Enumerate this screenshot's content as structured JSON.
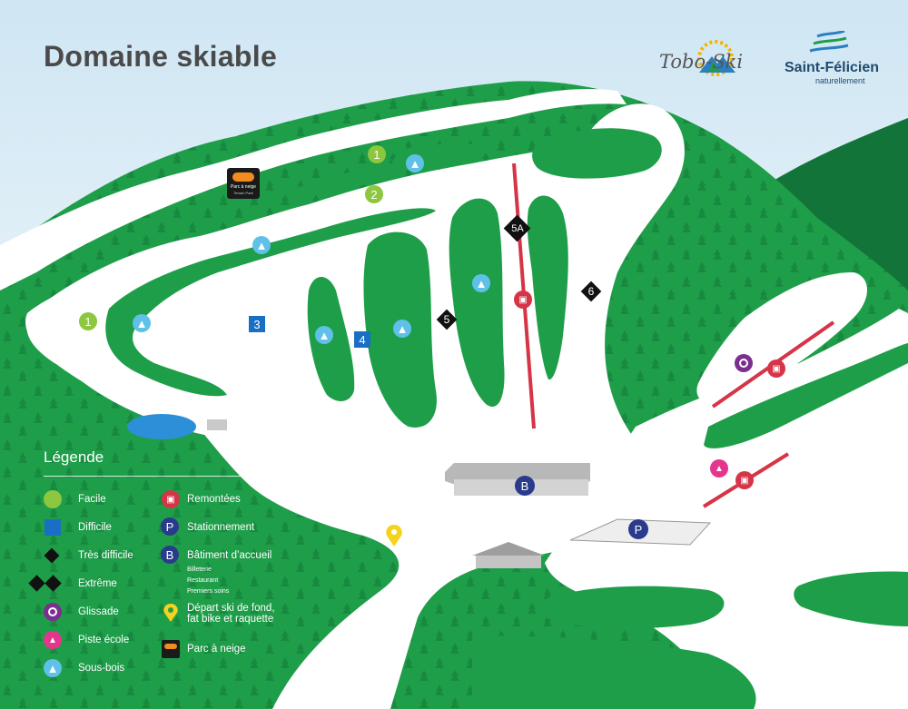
{
  "map": {
    "title": "Domaine skiable",
    "logos": {
      "tobo": "Tobo-Ski",
      "saint_felicien": "Saint-Félicien",
      "saint_felicien_sub": "naturellement"
    },
    "colors": {
      "forest": "#1f9e4a",
      "forest_dark": "#13743a",
      "snow": "#ffffff",
      "sky": "#d9ecf6",
      "easy": "#8dc63f",
      "difficult": "#1a6fc4",
      "expert": "#111111",
      "lift": "#d63447",
      "glade": "#5fc1e8",
      "school": "#e5358c",
      "slide": "#7b2f8e",
      "parking": "#2a3a8c",
      "nordic": "#f5d21e",
      "pond": "#2e8fd9"
    },
    "runs": [
      {
        "label": "1",
        "difficulty": "easy"
      },
      {
        "label": "2",
        "difficulty": "easy"
      },
      {
        "label": "1",
        "difficulty": "easy"
      },
      {
        "label": "3",
        "difficulty": "difficult"
      },
      {
        "label": "4",
        "difficulty": "difficult"
      },
      {
        "label": "5",
        "difficulty": "very-difficult"
      },
      {
        "label": "5A",
        "difficulty": "very-difficult"
      },
      {
        "label": "6",
        "difficulty": "very-difficult"
      }
    ],
    "terrain_park_badge": {
      "line1": "Parc à neige",
      "line2": "Terrain Park"
    },
    "buildings": {
      "lodge_marker": "B",
      "parking_marker": "P"
    }
  },
  "legend": {
    "title": "Légende",
    "items": [
      {
        "key": "easy",
        "label": "Facile"
      },
      {
        "key": "difficult",
        "label": "Difficile"
      },
      {
        "key": "very-difficult",
        "label": "Très difficile"
      },
      {
        "key": "extreme",
        "label": "Extrême"
      },
      {
        "key": "slide",
        "label": "Glissade"
      },
      {
        "key": "school",
        "label": "Piste école"
      },
      {
        "key": "glade",
        "label": "Sous-bois"
      },
      {
        "key": "lift",
        "label": "Remontées"
      },
      {
        "key": "parking",
        "label": "Stationnement",
        "marker": "P"
      },
      {
        "key": "lodge",
        "label": "Bâtiment d’accueil",
        "marker": "B"
      },
      {
        "key": "nordic",
        "label": "Départ ski de fond,",
        "label2": "fat bike et raquette"
      },
      {
        "key": "park",
        "label": "Parc à neige"
      }
    ],
    "lodge_details": [
      "Billeterie",
      "Restaurant",
      "Premiers soins"
    ]
  }
}
